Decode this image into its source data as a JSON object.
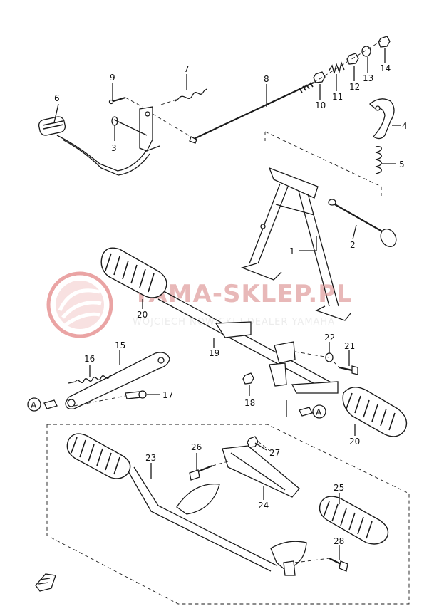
{
  "watermark": {
    "brand": "YAMA-SKLEP.PL",
    "dealer": "WOJCIECH NOWICKI | DEALER YAMAHA",
    "color": "#e8a6a6"
  },
  "callouts": {
    "p1": "1",
    "p2": "2",
    "p3": "3",
    "p4": "4",
    "p5": "5",
    "p6": "6",
    "p7": "7",
    "p8": "8",
    "p9": "9",
    "p10": "10",
    "p11": "11",
    "p12": "12",
    "p13": "13",
    "p14": "14",
    "p15": "15",
    "p16": "16",
    "p17": "17",
    "p18": "18",
    "p19": "19",
    "p20a": "20",
    "p20b": "20",
    "p21": "21",
    "p22": "22",
    "p23": "23",
    "p24": "24",
    "p25": "25",
    "p26": "26",
    "p27": "27",
    "p28": "28"
  },
  "reference_marks": {
    "left": "A",
    "right": "A"
  },
  "corner_icon": "front-direction-icon"
}
